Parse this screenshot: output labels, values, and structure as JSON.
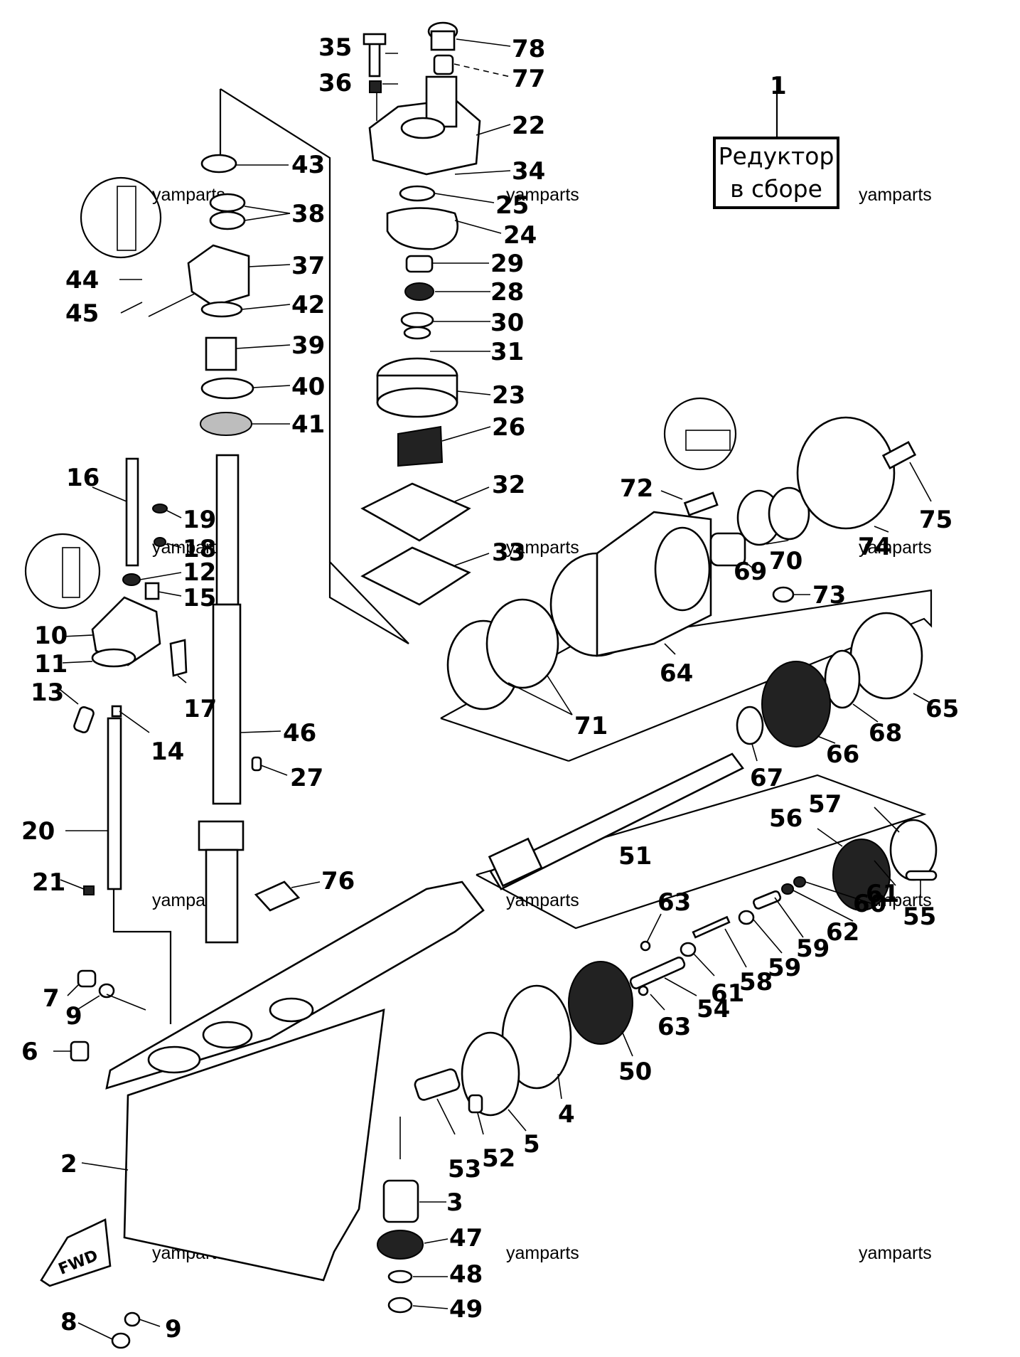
{
  "assembly_box": {
    "line1": "Редуктор",
    "line2": "в сборе",
    "number": "1"
  },
  "watermark": "yamparts",
  "labels": [
    {
      "id": "35",
      "text": "35"
    },
    {
      "id": "36",
      "text": "36"
    },
    {
      "id": "78",
      "text": "78"
    },
    {
      "id": "77",
      "text": "77"
    },
    {
      "id": "22",
      "text": "22"
    },
    {
      "id": "34",
      "text": "34"
    },
    {
      "id": "25",
      "text": "25"
    },
    {
      "id": "24",
      "text": "24"
    },
    {
      "id": "29",
      "text": "29"
    },
    {
      "id": "28",
      "text": "28"
    },
    {
      "id": "30",
      "text": "30"
    },
    {
      "id": "31",
      "text": "31"
    },
    {
      "id": "23",
      "text": "23"
    },
    {
      "id": "26",
      "text": "26"
    },
    {
      "id": "32",
      "text": "32"
    },
    {
      "id": "33",
      "text": "33"
    },
    {
      "id": "43",
      "text": "43"
    },
    {
      "id": "38",
      "text": "38"
    },
    {
      "id": "44",
      "text": "44"
    },
    {
      "id": "37",
      "text": "37"
    },
    {
      "id": "45",
      "text": "45"
    },
    {
      "id": "42",
      "text": "42"
    },
    {
      "id": "39",
      "text": "39"
    },
    {
      "id": "40",
      "text": "40"
    },
    {
      "id": "41",
      "text": "41"
    },
    {
      "id": "16",
      "text": "16"
    },
    {
      "id": "19",
      "text": "19"
    },
    {
      "id": "18",
      "text": "18"
    },
    {
      "id": "12",
      "text": "12"
    },
    {
      "id": "15",
      "text": "15"
    },
    {
      "id": "10",
      "text": "10"
    },
    {
      "id": "11",
      "text": "11"
    },
    {
      "id": "13",
      "text": "13"
    },
    {
      "id": "17",
      "text": "17"
    },
    {
      "id": "14",
      "text": "14"
    },
    {
      "id": "46",
      "text": "46"
    },
    {
      "id": "27",
      "text": "27"
    },
    {
      "id": "20",
      "text": "20"
    },
    {
      "id": "21",
      "text": "21"
    },
    {
      "id": "76",
      "text": "76"
    },
    {
      "id": "72",
      "text": "72"
    },
    {
      "id": "75",
      "text": "75"
    },
    {
      "id": "74",
      "text": "74"
    },
    {
      "id": "70",
      "text": "70"
    },
    {
      "id": "69",
      "text": "69"
    },
    {
      "id": "73",
      "text": "73"
    },
    {
      "id": "64",
      "text": "64"
    },
    {
      "id": "71",
      "text": "71"
    },
    {
      "id": "65",
      "text": "65"
    },
    {
      "id": "68",
      "text": "68"
    },
    {
      "id": "66",
      "text": "66"
    },
    {
      "id": "67",
      "text": "67"
    },
    {
      "id": "57",
      "text": "57"
    },
    {
      "id": "56",
      "text": "56"
    },
    {
      "id": "51",
      "text": "51"
    },
    {
      "id": "61a",
      "text": "61"
    },
    {
      "id": "55",
      "text": "55"
    },
    {
      "id": "60",
      "text": "60"
    },
    {
      "id": "62",
      "text": "62"
    },
    {
      "id": "59a",
      "text": "59"
    },
    {
      "id": "59b",
      "text": "59"
    },
    {
      "id": "58",
      "text": "58"
    },
    {
      "id": "61b",
      "text": "61"
    },
    {
      "id": "63a",
      "text": "63"
    },
    {
      "id": "54",
      "text": "54"
    },
    {
      "id": "63b",
      "text": "63"
    },
    {
      "id": "50",
      "text": "50"
    },
    {
      "id": "4",
      "text": "4"
    },
    {
      "id": "5",
      "text": "5"
    },
    {
      "id": "52",
      "text": "52"
    },
    {
      "id": "53",
      "text": "53"
    },
    {
      "id": "3",
      "text": "3"
    },
    {
      "id": "47",
      "text": "47"
    },
    {
      "id": "48",
      "text": "48"
    },
    {
      "id": "49",
      "text": "49"
    },
    {
      "id": "7",
      "text": "7"
    },
    {
      "id": "9a",
      "text": "9"
    },
    {
      "id": "6",
      "text": "6"
    },
    {
      "id": "2",
      "text": "2"
    },
    {
      "id": "8",
      "text": "8"
    },
    {
      "id": "9b",
      "text": "9"
    }
  ],
  "fwd_label": "FWD"
}
